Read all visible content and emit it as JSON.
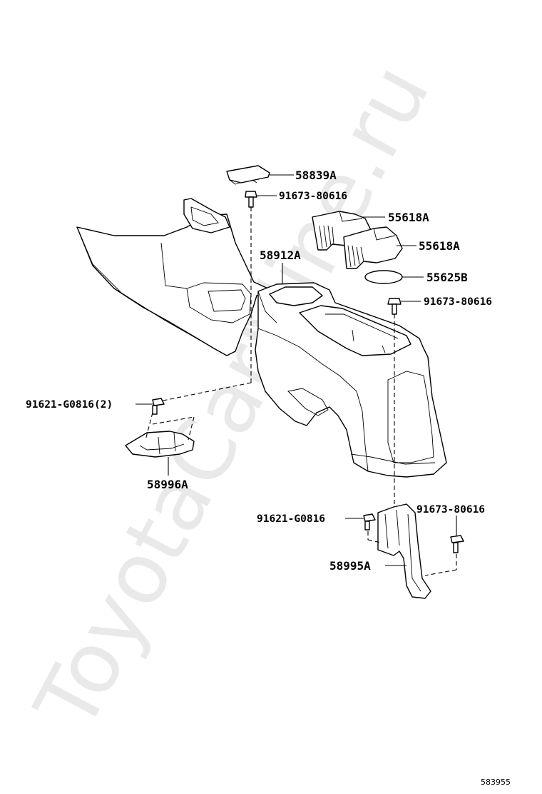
{
  "watermark": "ToyotaCarMine.ru",
  "figure_number": "583955",
  "callouts": {
    "c58839A": "58839A",
    "c91673_top": "91673-80616",
    "c55618A_1": "55618A",
    "c55618A_2": "55618A",
    "c58912A": "58912A",
    "c55625B": "55625B",
    "c91673_mid": "91673-80616",
    "c91621_2": "91621-G0816(2)",
    "c58996A": "58996A",
    "c91621": "91621-G0816",
    "c91673_low": "91673-80616",
    "c58995A": "58995A"
  }
}
